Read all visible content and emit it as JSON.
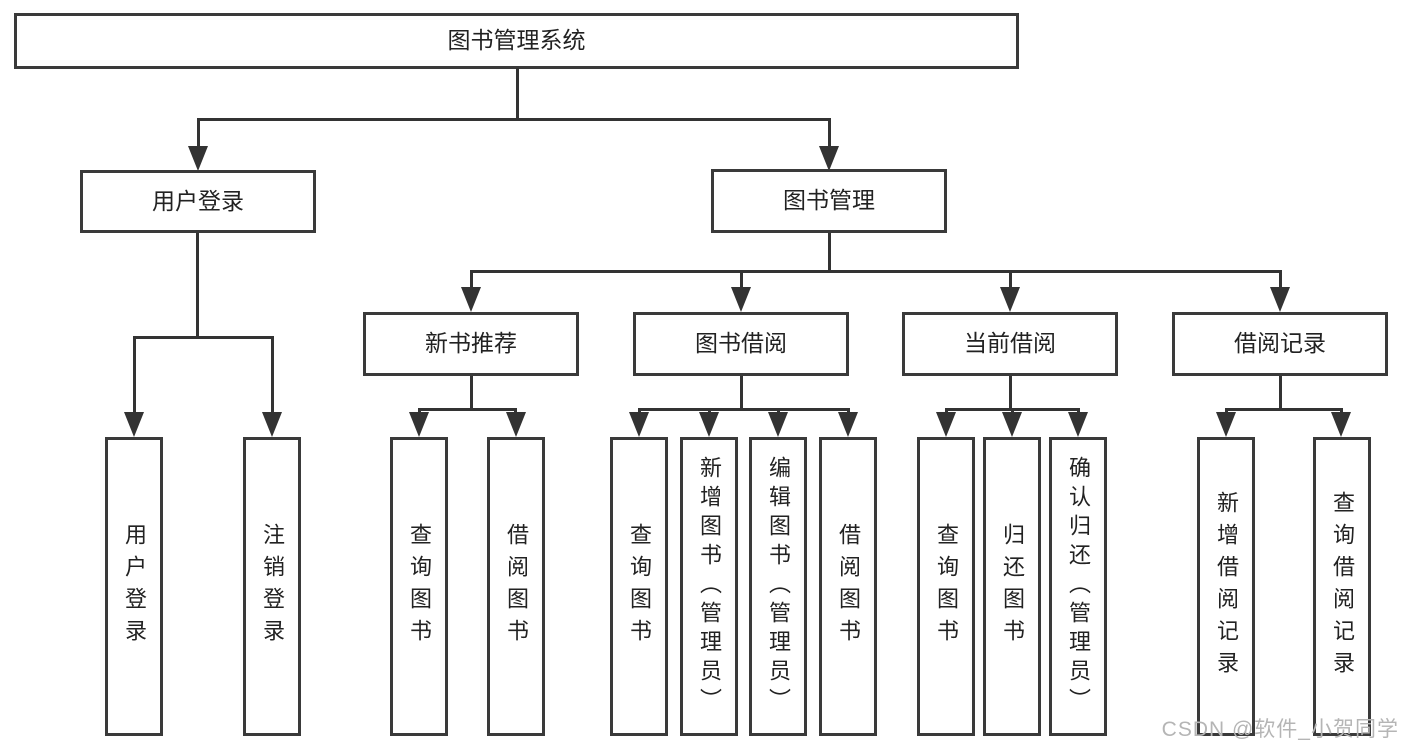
{
  "diagram": {
    "title": "图书管理系统",
    "tree": {
      "root": {
        "label": "图书管理系统"
      },
      "children": [
        {
          "label": "用户登录",
          "children": [
            {
              "label": "用户登录"
            },
            {
              "label": "注销登录"
            }
          ]
        },
        {
          "label": "图书管理",
          "children": [
            {
              "label": "新书推荐",
              "children": [
                {
                  "label": "查询图书"
                },
                {
                  "label": "借阅图书"
                }
              ]
            },
            {
              "label": "图书借阅",
              "children": [
                {
                  "label": "查询图书"
                },
                {
                  "label": "新增图书（管理员）"
                },
                {
                  "label": "编辑图书（管理员）"
                },
                {
                  "label": "借阅图书"
                }
              ]
            },
            {
              "label": "当前借阅",
              "children": [
                {
                  "label": "查询图书"
                },
                {
                  "label": "归还图书"
                },
                {
                  "label": "确认归还（管理员）"
                }
              ]
            },
            {
              "label": "借阅记录",
              "children": [
                {
                  "label": "新增借阅记录"
                },
                {
                  "label": "查询借阅记录"
                }
              ]
            }
          ]
        }
      ]
    },
    "colors": {
      "line": "#333333",
      "box_border": "#3a3a3a",
      "box_fill": "#ffffff",
      "text": "#222222",
      "watermark": "#b5b5b5",
      "background": "#ffffff"
    }
  },
  "watermark": {
    "text": "CSDN @软件_小贺同学"
  }
}
